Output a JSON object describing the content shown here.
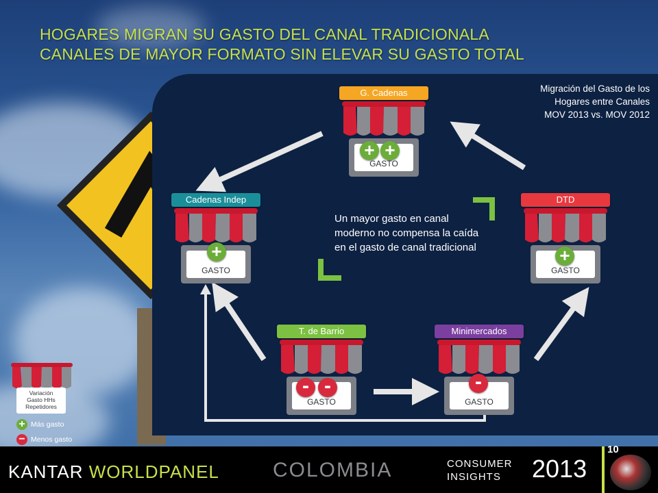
{
  "slide": {
    "title_line1": "HOGARES MIGRAN SU GASTO DEL CANAL TRADICIONALA",
    "title_line2": "CANALES DE MAYOR FORMATO SIN ELEVAR SU GASTO TOTAL",
    "subtitle_line1": "Migración del Gasto de los",
    "subtitle_line2": "Hogares  entre Canales",
    "subtitle_line3": "MOV 2013 vs. MOV 2012",
    "callout": "Un mayor gasto en canal moderno no compensa la caída en el gasto de canal tradicional",
    "page_number": "10"
  },
  "stores": [
    {
      "label": "G. Cadenas",
      "plate": "GASTO",
      "badges": [
        "+",
        "+"
      ],
      "color": "#f5a623"
    },
    {
      "label": "Cadenas Indep",
      "plate": "GASTO",
      "badges": [
        "+"
      ],
      "color": "#1a8f9a"
    },
    {
      "label": "DTD",
      "plate": "GASTO",
      "badges": [
        "+"
      ],
      "color": "#e8393f"
    },
    {
      "label": "T. de Barrio",
      "plate": "GASTO",
      "badges": [
        "-",
        "-"
      ],
      "color": "#7cc142"
    },
    {
      "label": "Minimercados",
      "plate": "GASTO",
      "badges": [
        "-"
      ],
      "color": "#7b3fa0"
    }
  ],
  "legend": {
    "plate_line1": "Variación",
    "plate_line2": "Gasto HHs",
    "plate_line3": "Repetidores",
    "more": "Más gasto",
    "less": "Menos gasto",
    "plus_symbol": "+",
    "minus_symbol": "−"
  },
  "footer": {
    "brand_part1": "KANTAR ",
    "brand_part2": "WORLDPANEL",
    "country": "COLOMBIA",
    "ci_line1": "CONSUMER",
    "ci_line2": "INSIGHTS",
    "year": "2013"
  },
  "colors": {
    "title": "#c8e04a",
    "plus": "#6cad3a",
    "minus": "#d9293d",
    "panel": "#0d2142"
  }
}
